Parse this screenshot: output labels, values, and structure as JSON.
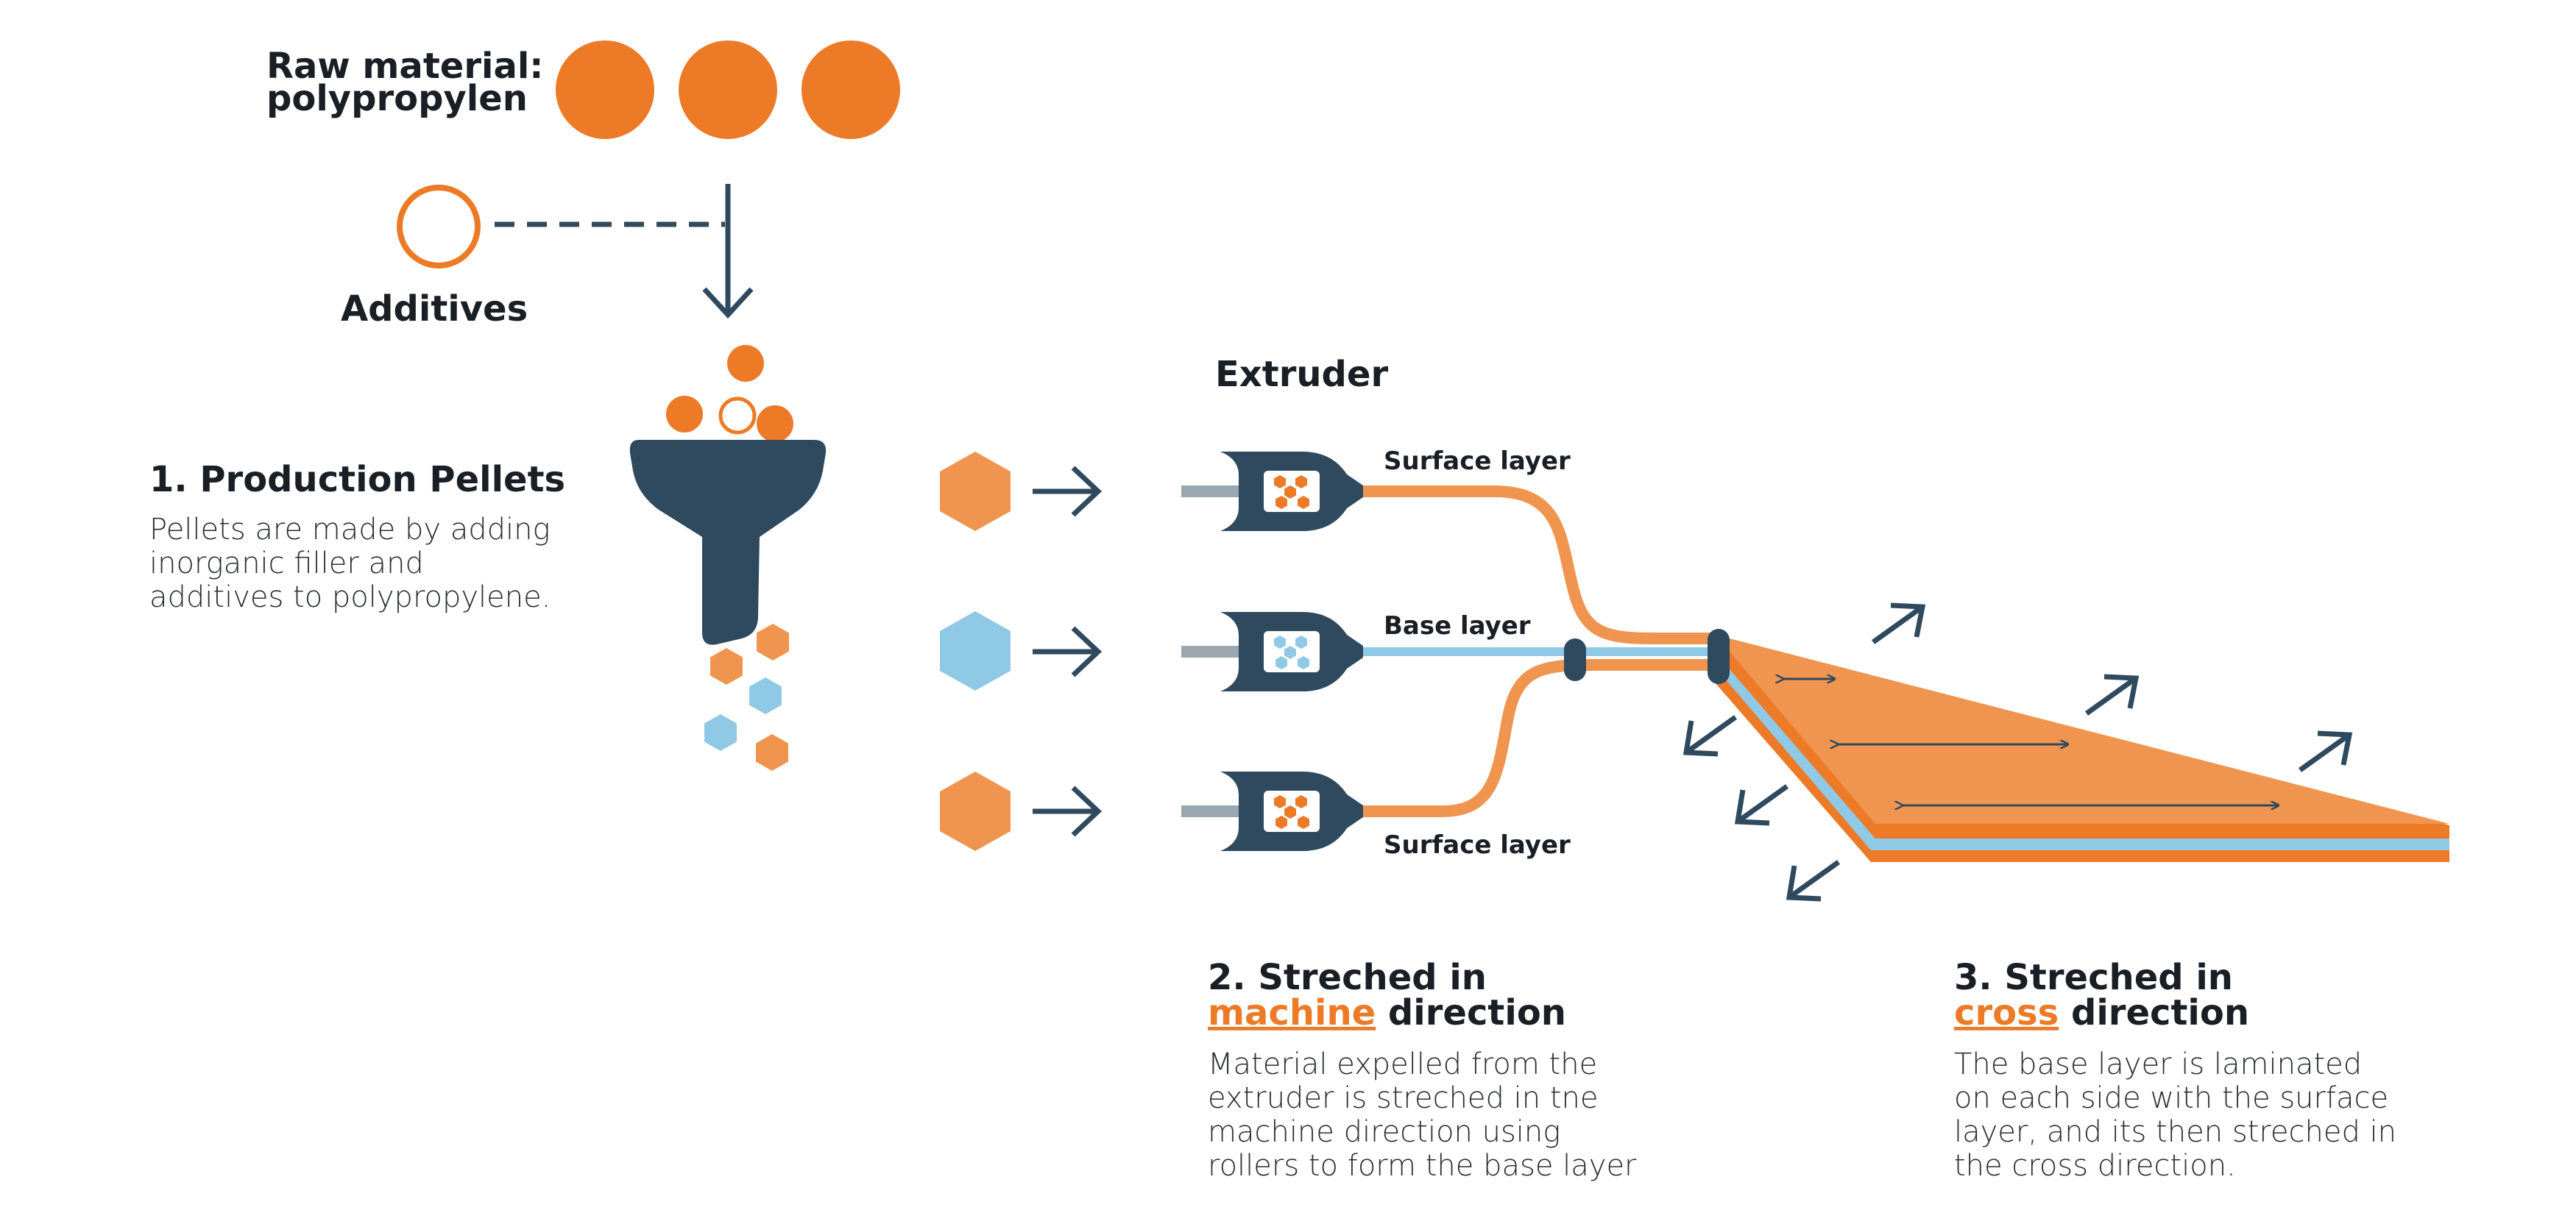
{
  "raw_material": {
    "line1": "Raw material:",
    "line2": "polypropylen"
  },
  "additives": {
    "label": "Additives"
  },
  "step1": {
    "title": "1. Production Pellets",
    "body": [
      "Pellets are made by adding",
      "inorganic filler and",
      "additives to polypropylene."
    ]
  },
  "extruder": {
    "title": "Extruder",
    "surface_top": "Surface layer",
    "base": "Base layer",
    "surface_bottom": "Surface layer"
  },
  "step2": {
    "title_line1": "2. Streched in",
    "title_accent": "machine",
    "title_rest": " direction",
    "body": [
      "Material expelled from the",
      "extruder is streched in tne",
      "machine direction using",
      "rollers to form the base layer"
    ]
  },
  "step3": {
    "title_line1": "3. Streched in",
    "title_accent": "cross",
    "title_rest": " direction",
    "body": [
      "The base layer is laminated",
      "on each side with the surface",
      "layer, and its then streched in",
      "the cross direction."
    ]
  },
  "colors": {
    "orange": "#ec7a27",
    "light_orange": "#f0954f",
    "blue": "#8fc9e6",
    "navy": "#2f4a5e",
    "grey": "#9aa7b1"
  },
  "icons": [
    "pellet-circle-icon",
    "additive-ring-icon",
    "funnel-icon",
    "hexagon-pellet-icon",
    "arrow-right-icon",
    "extruder-icon",
    "roller-icon",
    "stretch-arrow-icon"
  ]
}
